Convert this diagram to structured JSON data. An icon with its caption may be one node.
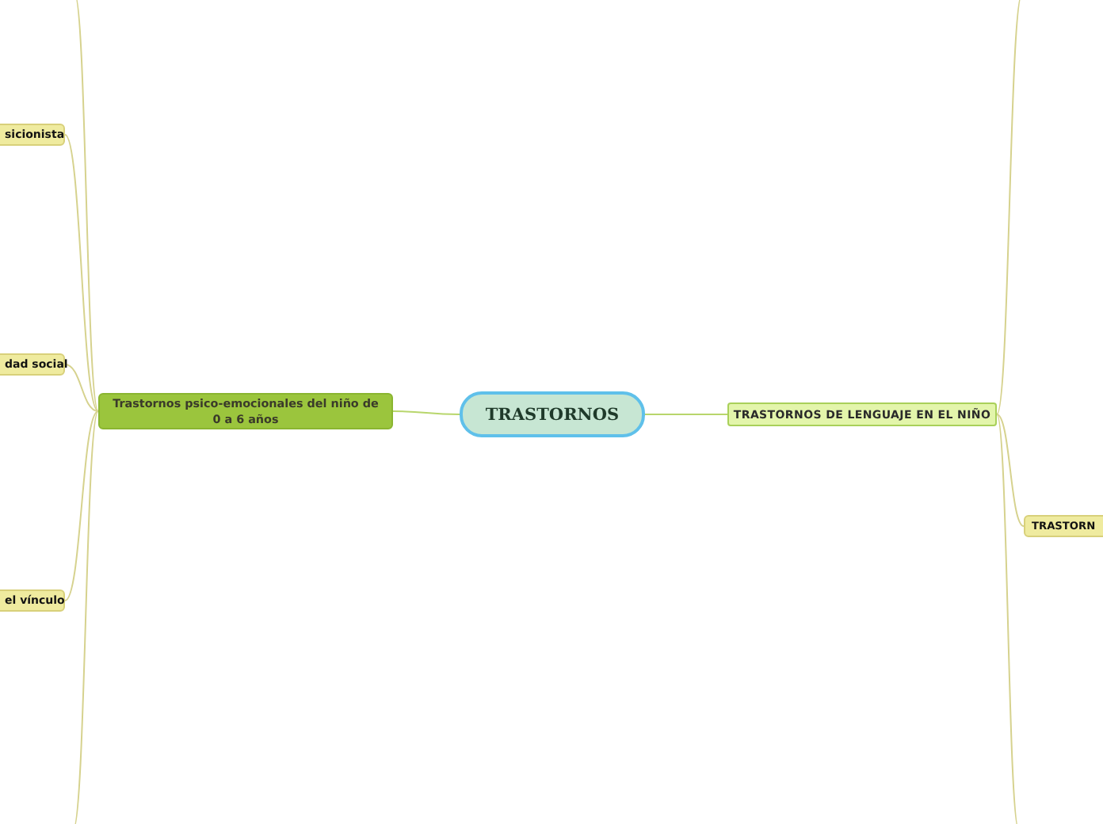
{
  "diagram": {
    "nodes": [
      {
        "text": [
          "TRASTORNOS"
        ]
      },
      {
        "text": [
          "Trastornos psico-emocionales del niño de 0 a 6 años"
        ]
      },
      {
        "text": [
          "TRASTORNOS DE LENGUAJE EN EL NIÑO"
        ]
      },
      {
        "text": [
          "sicionista"
        ]
      },
      {
        "text": [
          "dad social"
        ]
      },
      {
        "text": [
          "el vínculo"
        ]
      },
      {
        "text": [
          "TRASTORN"
        ]
      }
    ],
    "edges": [
      {
        "from": 0,
        "to": 1,
        "arrow": "none"
      },
      {
        "from": 0,
        "to": 2,
        "arrow": "none"
      },
      {
        "from": 1,
        "to": null,
        "arrow": "none"
      },
      {
        "from": 1,
        "to": 3,
        "arrow": "none"
      },
      {
        "from": 1,
        "to": 4,
        "arrow": "none"
      },
      {
        "from": 1,
        "to": 5,
        "arrow": "none"
      },
      {
        "from": 1,
        "to": null,
        "arrow": "none"
      },
      {
        "from": 2,
        "to": null,
        "arrow": "none"
      },
      {
        "from": 2,
        "to": 6,
        "arrow": "none"
      },
      {
        "from": 2,
        "to": null,
        "arrow": "none"
      }
    ]
  }
}
